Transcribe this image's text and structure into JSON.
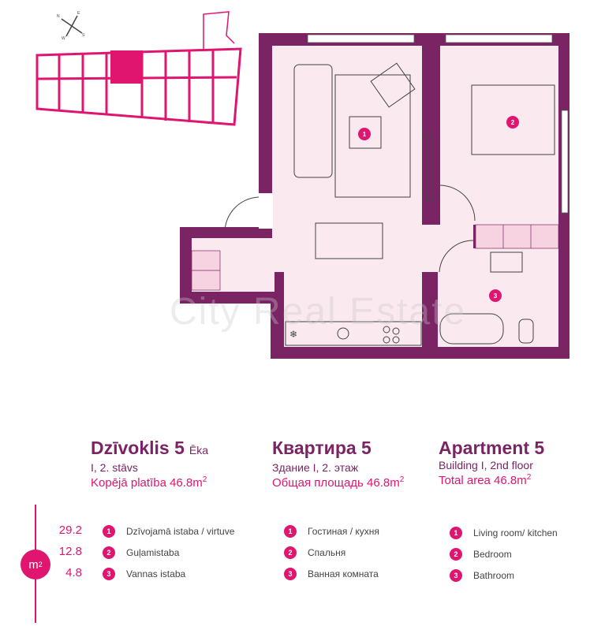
{
  "compass": {
    "n": "N",
    "e": "E",
    "s": "S",
    "w": "W"
  },
  "watermark": "City Real Estate",
  "room_markers": [
    "1",
    "2",
    "3"
  ],
  "columns": [
    {
      "title": "Dzīvoklis 5",
      "title_suffix": "Ēka",
      "subtitle": "I, 2. stāvs",
      "area": "Kopējā platība 46.8m",
      "area_sup": "2",
      "rooms": [
        "Dzīvojamā istaba / virtuve",
        "Guļamistaba",
        "Vannas istaba"
      ]
    },
    {
      "title": "Квартира 5",
      "subtitle": "Здание I, 2. этаж",
      "area": "Общая площадь 46.8m",
      "area_sup": "2",
      "rooms": [
        "Гостиная / кухня",
        "Спальня",
        "Ванная комната"
      ]
    },
    {
      "title": "Apartment 5",
      "subtitle": "Building I, 2nd floor",
      "area": "Total area 46.8m",
      "area_sup": "2",
      "rooms": [
        "Living room/ kitchen",
        "Bedroom",
        "Bathroom"
      ]
    }
  ],
  "areas": [
    "29.2",
    "12.8",
    "4.8"
  ],
  "unit": "m",
  "unit_sup": "2",
  "colors": {
    "wall": "#7a2464",
    "accent": "#e0156f",
    "floor": "#fbe9f0",
    "closet": "#f7d3e1"
  }
}
